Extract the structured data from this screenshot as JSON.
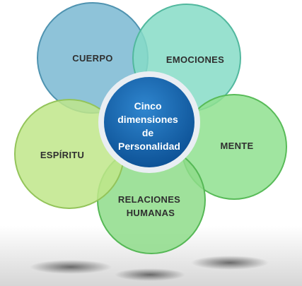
{
  "diagram": {
    "center": {
      "lines": [
        "Cinco",
        "dimensiones",
        "de",
        "Personalidad"
      ]
    },
    "petals": [
      {
        "id": "cuerpo",
        "label_lines": [
          "CUERPO"
        ],
        "color": "#7ab8d2",
        "stroke": "#4f93b0"
      },
      {
        "id": "emociones",
        "label_lines": [
          "EMOCIONES"
        ],
        "color": "#86dcc7",
        "stroke": "#52b89e"
      },
      {
        "id": "mente",
        "label_lines": [
          "MENTE"
        ],
        "color": "#8fe08f",
        "stroke": "#58bb58"
      },
      {
        "id": "relaciones",
        "label_lines": [
          "RELACIONES",
          "HUMANAS"
        ],
        "color": "#8edc8a",
        "stroke": "#56b856"
      },
      {
        "id": "espiritu",
        "label_lines": [
          "ESPÍRITU"
        ],
        "color": "#bfe68a",
        "stroke": "#93c45a"
      }
    ],
    "colors": {
      "center_fill": "#0f59a3",
      "center_ring": "#e9eef3"
    }
  }
}
